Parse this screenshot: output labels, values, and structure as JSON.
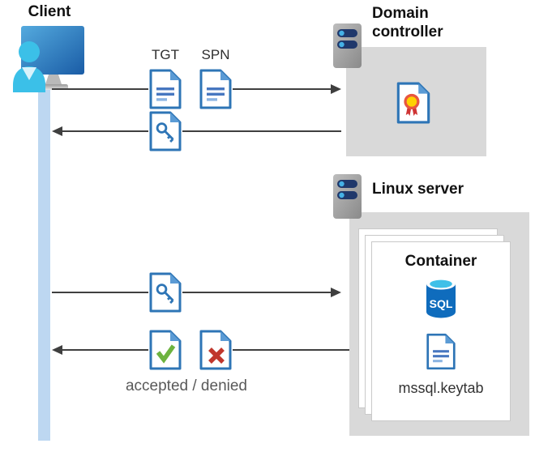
{
  "labels": {
    "client": "Client",
    "tgt": "TGT",
    "spn": "SPN",
    "domain_controller": "Domain controller",
    "linux_server": "Linux server",
    "container": "Container",
    "sql": "SQL",
    "keytab_file": "mssql.keytab",
    "accepted_denied": "accepted / denied"
  },
  "icons": {
    "client-user-workstation-icon": "person in front of blue monitor",
    "server-icon": "gray server tower with two indicator bars",
    "ticket-document-icon": "blue document with text lines (TGT / SPN ticket)",
    "key-document-icon": "blue document with key (service ticket)",
    "certificate-document-icon": "document with yellow/red award rosette",
    "accepted-document-icon": "document with green check mark",
    "denied-document-icon": "document with red x",
    "sql-database-icon": "blue SQL database cylinder",
    "arrow-right-icon": "flow arrow pointing right",
    "arrow-left-icon": "flow arrow pointing left"
  },
  "colors": {
    "doc_border_blue": "#2e75b6",
    "doc_fold_blue": "#5b9bd5",
    "doc_line_blue": "#4777c0",
    "accept_green": "#6db33f",
    "deny_red": "#c0362c",
    "arrow_gray": "#3f3f3f",
    "zone_gray": "#d9d9d9",
    "lifeline_blue": "#bdd7f1",
    "sql_body_blue": "#0f6cbd",
    "sql_top_cyan": "#3fc0e8",
    "person_cyan": "#3bc0e8",
    "caption_gray": "#595959"
  }
}
